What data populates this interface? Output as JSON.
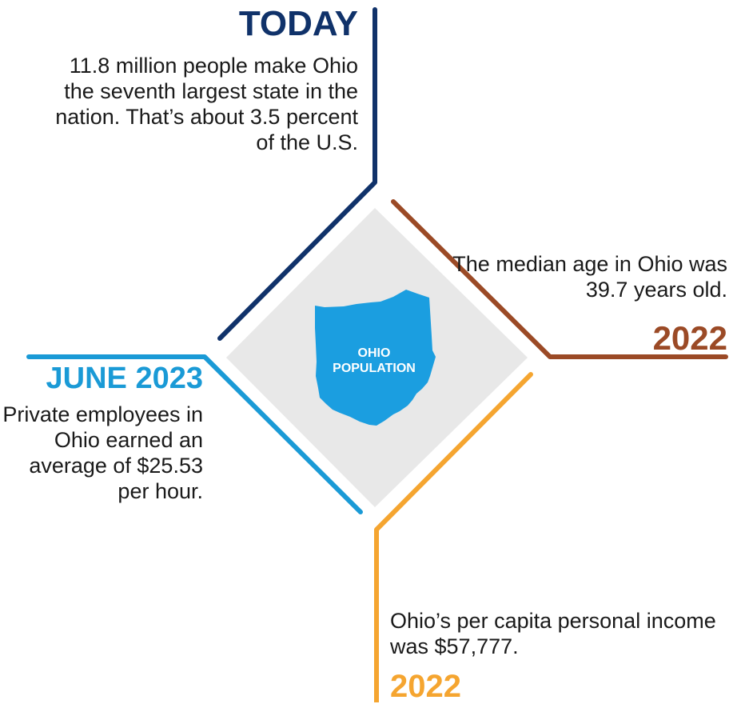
{
  "center": {
    "label_line1": "OHIO",
    "label_line2": "POPULATION",
    "diamond_color": "#e8e8e8",
    "state_color": "#1b9ee0"
  },
  "today": {
    "title": "TODAY",
    "text": "11.8 million people make Ohio the seventh largest state in the nation. That’s about 3.5 percent of the U.S.",
    "color": "#10326a"
  },
  "median_age": {
    "title": "2022",
    "text": "The median age in Ohio was 39.7 years old.",
    "color": "#9b4a26"
  },
  "wages": {
    "title": "JUNE 2023",
    "text": "Private employees in Ohio earned an average of $25.53 per hour.",
    "color": "#1a9ad6"
  },
  "income": {
    "title": "2022",
    "text": "Ohio’s per capita personal income was $57,777.",
    "color": "#f5a530"
  }
}
